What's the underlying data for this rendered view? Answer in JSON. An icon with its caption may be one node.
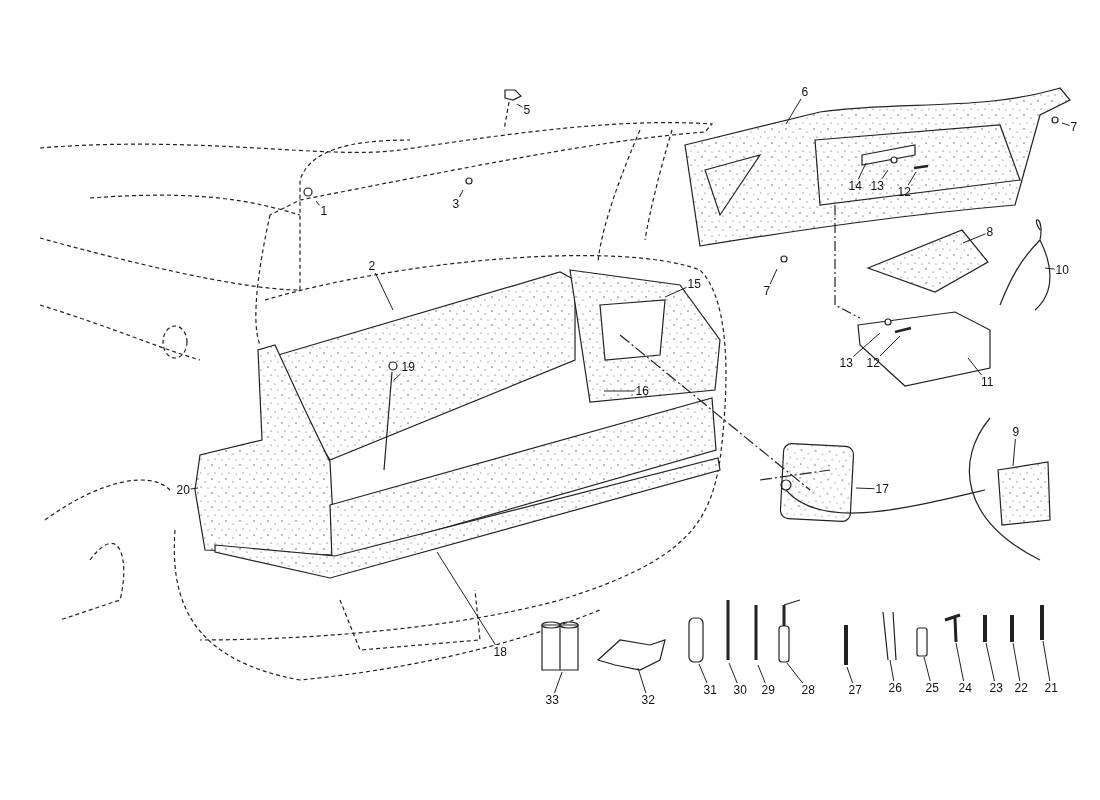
{
  "diagram": {
    "nodes": [
      {
        "text": [
          "5"
        ]
      },
      {
        "text": [
          "6"
        ]
      },
      {
        "text": [
          "7"
        ]
      },
      {
        "text": [
          "1"
        ]
      },
      {
        "text": [
          "3"
        ]
      },
      {
        "text": [
          "14"
        ]
      },
      {
        "text": [
          "13"
        ]
      },
      {
        "text": [
          "12"
        ]
      },
      {
        "text": [
          "2"
        ]
      },
      {
        "text": [
          "15"
        ]
      },
      {
        "text": [
          "7"
        ]
      },
      {
        "text": [
          "8"
        ]
      },
      {
        "text": [
          "10"
        ]
      },
      {
        "text": [
          "19"
        ]
      },
      {
        "text": [
          "16"
        ]
      },
      {
        "text": [
          "13"
        ]
      },
      {
        "text": [
          "12"
        ]
      },
      {
        "text": [
          "11"
        ]
      },
      {
        "text": [
          "9"
        ]
      },
      {
        "text": [
          "17"
        ]
      },
      {
        "text": [
          "20"
        ]
      },
      {
        "text": [
          "18"
        ]
      },
      {
        "text": [
          "33"
        ]
      },
      {
        "text": [
          "32"
        ]
      },
      {
        "text": [
          "31"
        ]
      },
      {
        "text": [
          "30"
        ]
      },
      {
        "text": [
          "29"
        ]
      },
      {
        "text": [
          "28"
        ]
      },
      {
        "text": [
          "27"
        ]
      },
      {
        "text": [
          "26"
        ]
      },
      {
        "text": [
          "25"
        ]
      },
      {
        "text": [
          "24"
        ]
      },
      {
        "text": [
          "23"
        ]
      },
      {
        "text": [
          "22"
        ]
      },
      {
        "text": [
          "21"
        ]
      }
    ],
    "edges": [
      {
        "from": 0,
        "to": null,
        "arrow": "none"
      },
      {
        "from": 1,
        "to": null,
        "arrow": "none"
      },
      {
        "from": 2,
        "to": null,
        "arrow": "none"
      },
      {
        "from": 3,
        "to": null,
        "arrow": "none"
      },
      {
        "from": 4,
        "to": null,
        "arrow": "none"
      },
      {
        "from": 5,
        "to": null,
        "arrow": "none"
      },
      {
        "from": 6,
        "to": null,
        "arrow": "none"
      },
      {
        "from": 7,
        "to": null,
        "arrow": "none"
      },
      {
        "from": 8,
        "to": null,
        "arrow": "none"
      },
      {
        "from": 9,
        "to": null,
        "arrow": "none"
      },
      {
        "from": 10,
        "to": null,
        "arrow": "none"
      },
      {
        "from": 11,
        "to": null,
        "arrow": "none"
      },
      {
        "from": 12,
        "to": null,
        "arrow": "none"
      },
      {
        "from": 13,
        "to": null,
        "arrow": "none"
      },
      {
        "from": 14,
        "to": null,
        "arrow": "none"
      },
      {
        "from": 15,
        "to": null,
        "arrow": "none"
      },
      {
        "from": 16,
        "to": null,
        "arrow": "none"
      },
      {
        "from": 17,
        "to": null,
        "arrow": "none"
      },
      {
        "from": 18,
        "to": null,
        "arrow": "none"
      },
      {
        "from": 19,
        "to": null,
        "arrow": "none"
      },
      {
        "from": 20,
        "to": null,
        "arrow": "none"
      },
      {
        "from": 21,
        "to": null,
        "arrow": "none"
      },
      {
        "from": 22,
        "to": null,
        "arrow": "none"
      },
      {
        "from": 23,
        "to": null,
        "arrow": "none"
      },
      {
        "from": 24,
        "to": null,
        "arrow": "none"
      },
      {
        "from": 25,
        "to": null,
        "arrow": "none"
      },
      {
        "from": 26,
        "to": null,
        "arrow": "none"
      },
      {
        "from": 27,
        "to": null,
        "arrow": "none"
      },
      {
        "from": 28,
        "to": null,
        "arrow": "none"
      },
      {
        "from": 29,
        "to": null,
        "arrow": "none"
      },
      {
        "from": 30,
        "to": null,
        "arrow": "none"
      },
      {
        "from": 31,
        "to": null,
        "arrow": "none"
      },
      {
        "from": 32,
        "to": null,
        "arrow": "none"
      },
      {
        "from": 33,
        "to": null,
        "arrow": "none"
      },
      {
        "from": 34,
        "to": null,
        "arrow": "none"
      }
    ]
  }
}
